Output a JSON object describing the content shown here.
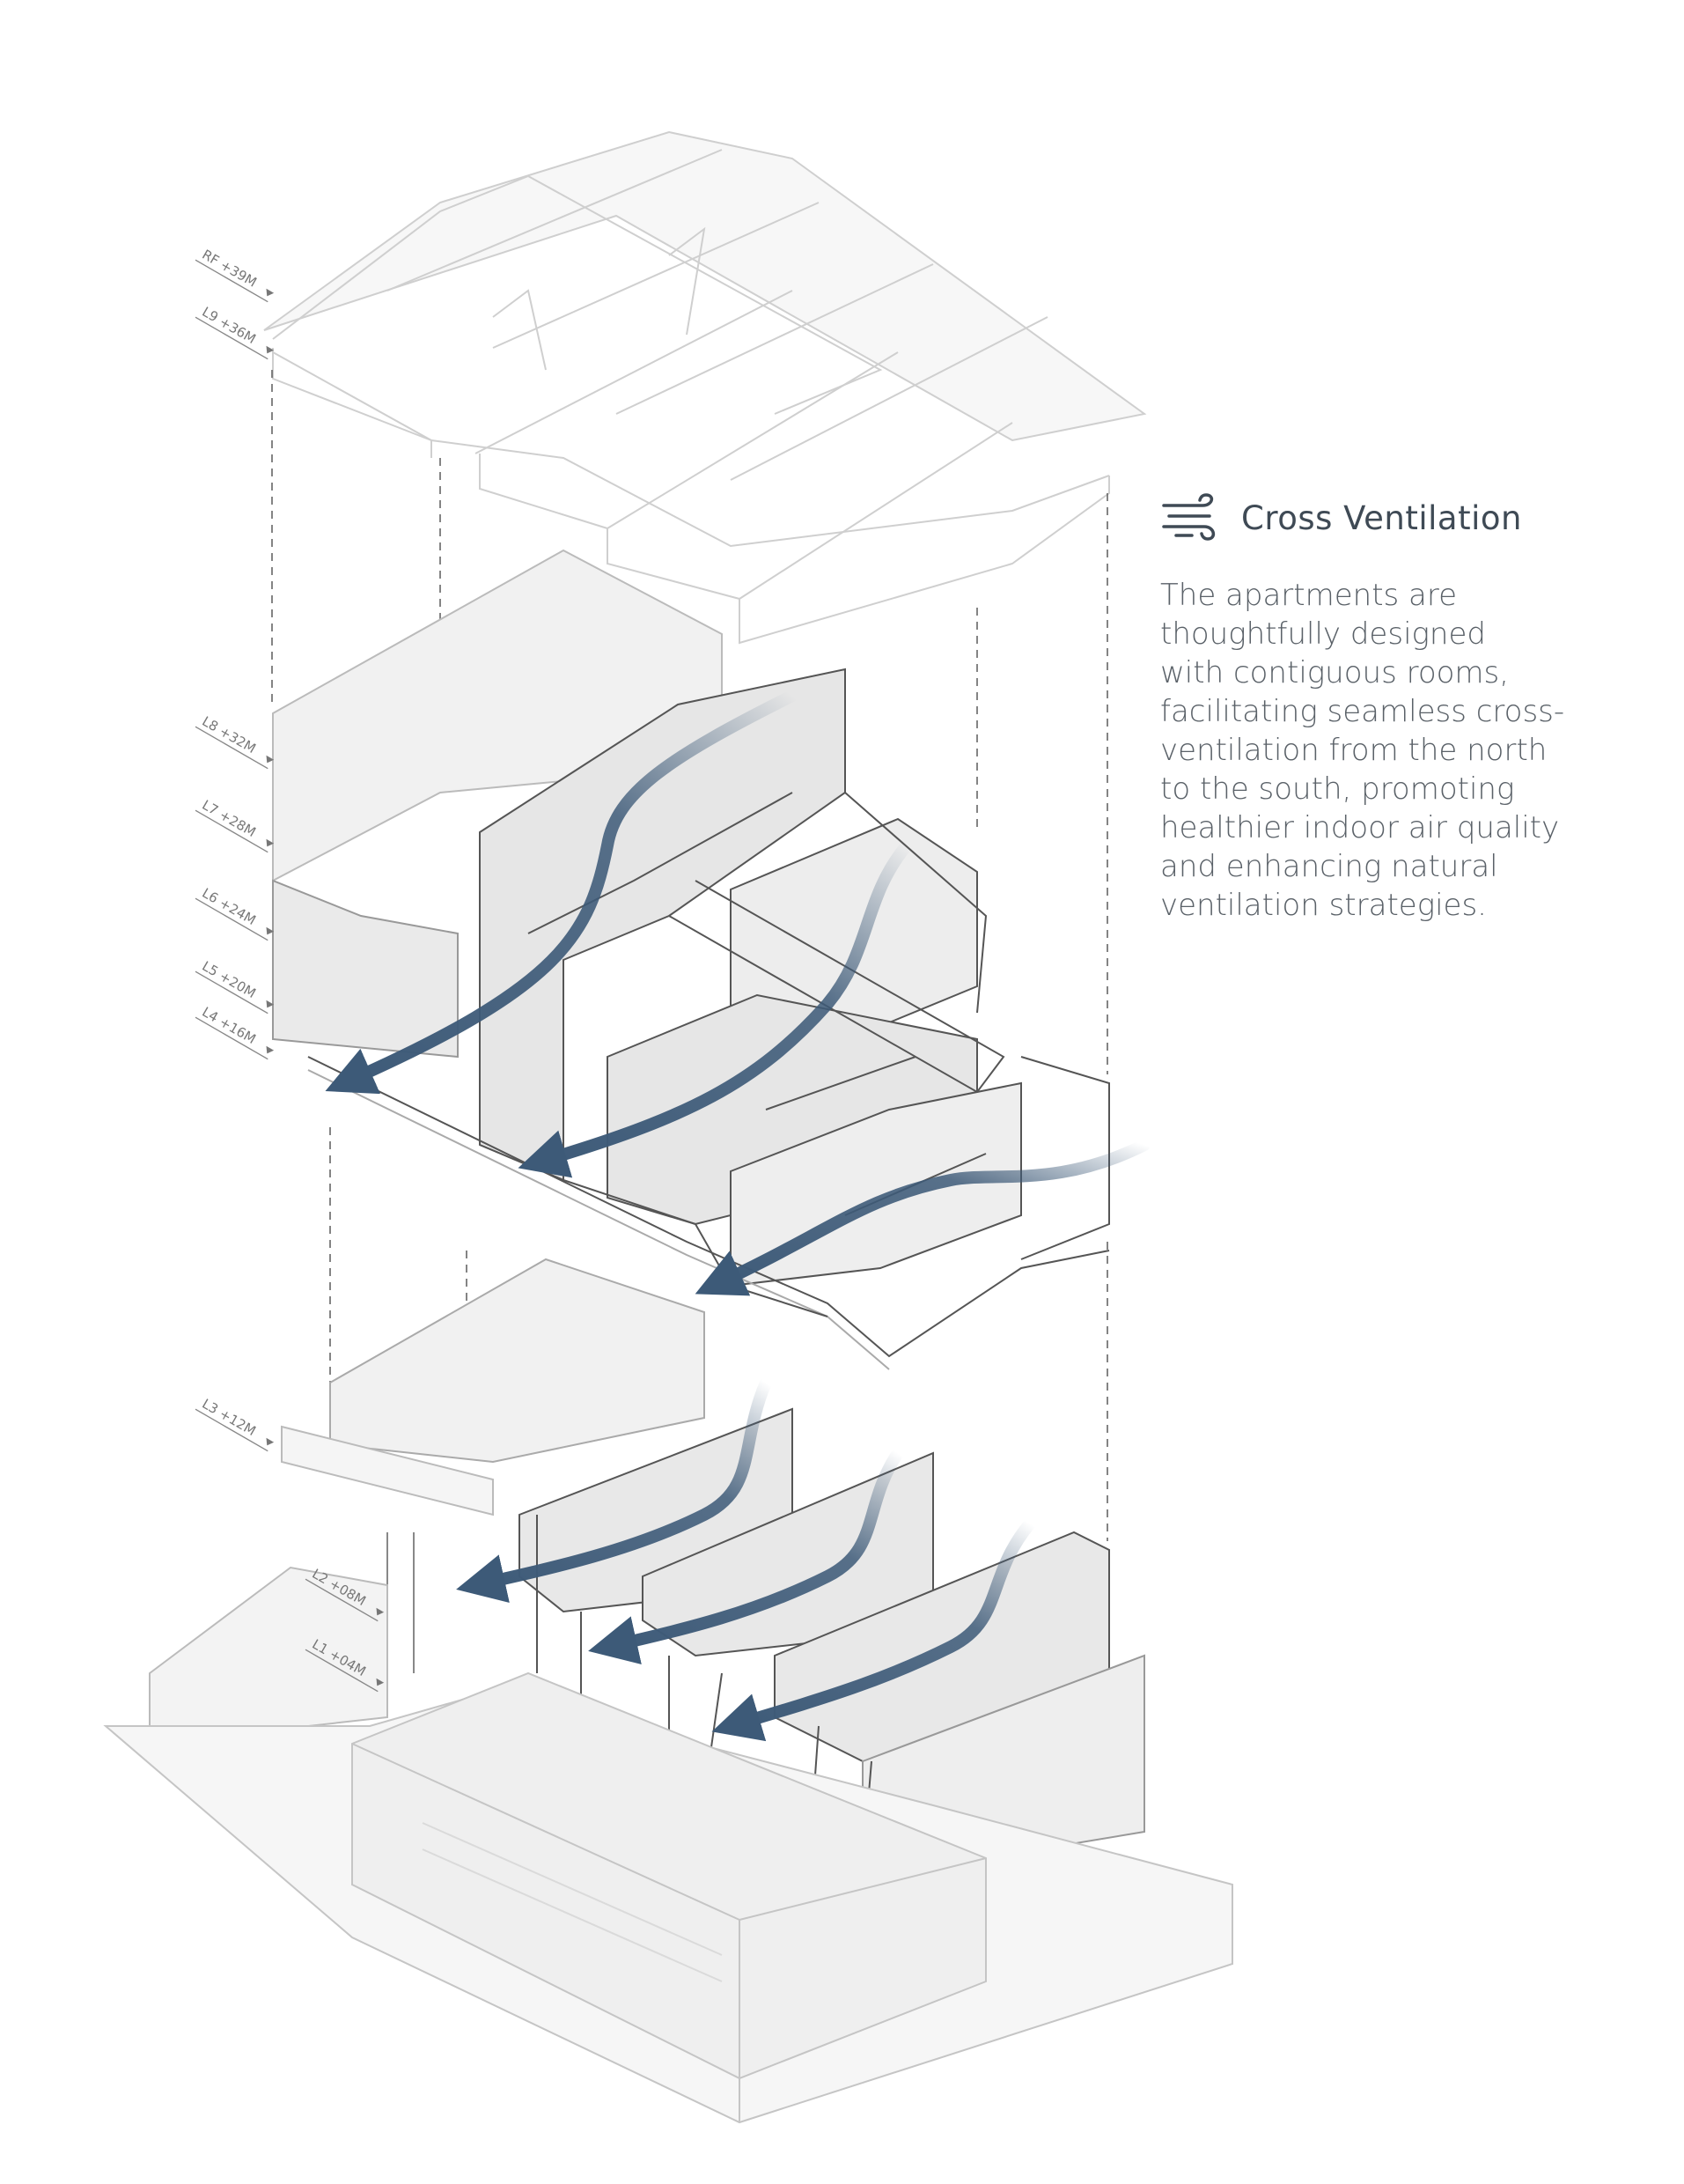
{
  "legend": {
    "icon": "wind-icon",
    "title": "Cross Ventilation",
    "description": "The apartments are\nthoughtfully designed\nwith contiguous rooms,\nfacilitating seamless cross-\nventilation from the north\nto the south, promoting\nhealthier indoor air quality\nand enhancing natural\nventilation strategies."
  },
  "levels": [
    {
      "label": "RF +39M"
    },
    {
      "label": "L9 +36M"
    },
    {
      "label": "L8 +32M"
    },
    {
      "label": "L7 +28M"
    },
    {
      "label": "L6 +24M"
    },
    {
      "label": "L5 +20M"
    },
    {
      "label": "L4 +16M"
    },
    {
      "label": "L3 +12M"
    },
    {
      "label": "L2 +08M"
    },
    {
      "label": "L1 +04M"
    }
  ],
  "colors": {
    "arrow": "#3d5a78",
    "line": "#555555",
    "ghost": "#c9c9c9",
    "fill": "#eeeeee",
    "text": "#3f4a55"
  }
}
